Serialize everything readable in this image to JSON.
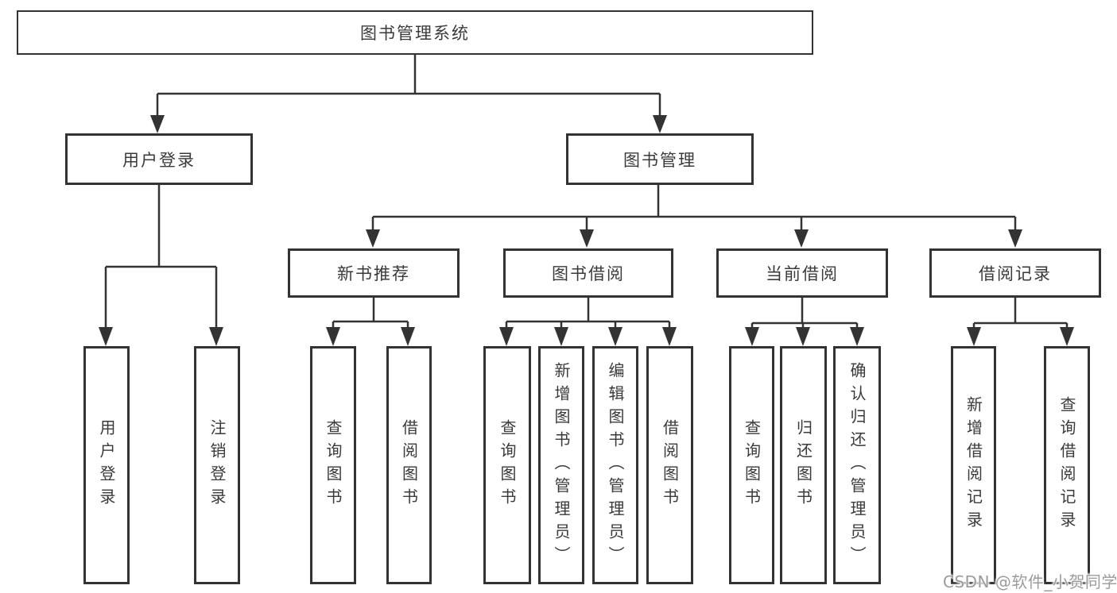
{
  "diagram": {
    "root": {
      "label": "图书管理系统"
    },
    "branches": [
      {
        "label": "用户登录",
        "leaves": [
          {
            "label": "用户登录"
          },
          {
            "label": "注销登录"
          }
        ]
      },
      {
        "label": "图书管理",
        "groups": [
          {
            "label": "新书推荐",
            "leaves": [
              {
                "label": "查询图书"
              },
              {
                "label": "借阅图书"
              }
            ]
          },
          {
            "label": "图书借阅",
            "leaves": [
              {
                "label": "查询图书"
              },
              {
                "label": "新增图书（管理员）"
              },
              {
                "label": "编辑图书（管理员）"
              },
              {
                "label": "借阅图书"
              }
            ]
          },
          {
            "label": "当前借阅",
            "leaves": [
              {
                "label": "查询图书"
              },
              {
                "label": "归还图书"
              },
              {
                "label": "确认归还（管理员）"
              }
            ]
          },
          {
            "label": "借阅记录",
            "leaves": [
              {
                "label": "新增借阅记录"
              },
              {
                "label": "查询借阅记录"
              }
            ]
          }
        ]
      }
    ]
  },
  "watermark": {
    "text": "CSDN @软件_小贺同学"
  },
  "colors": {
    "line": "#333333",
    "box_border": "#333333",
    "text": "#3a3a3a",
    "watermark": "#9b9b9b",
    "background": "#ffffff"
  }
}
